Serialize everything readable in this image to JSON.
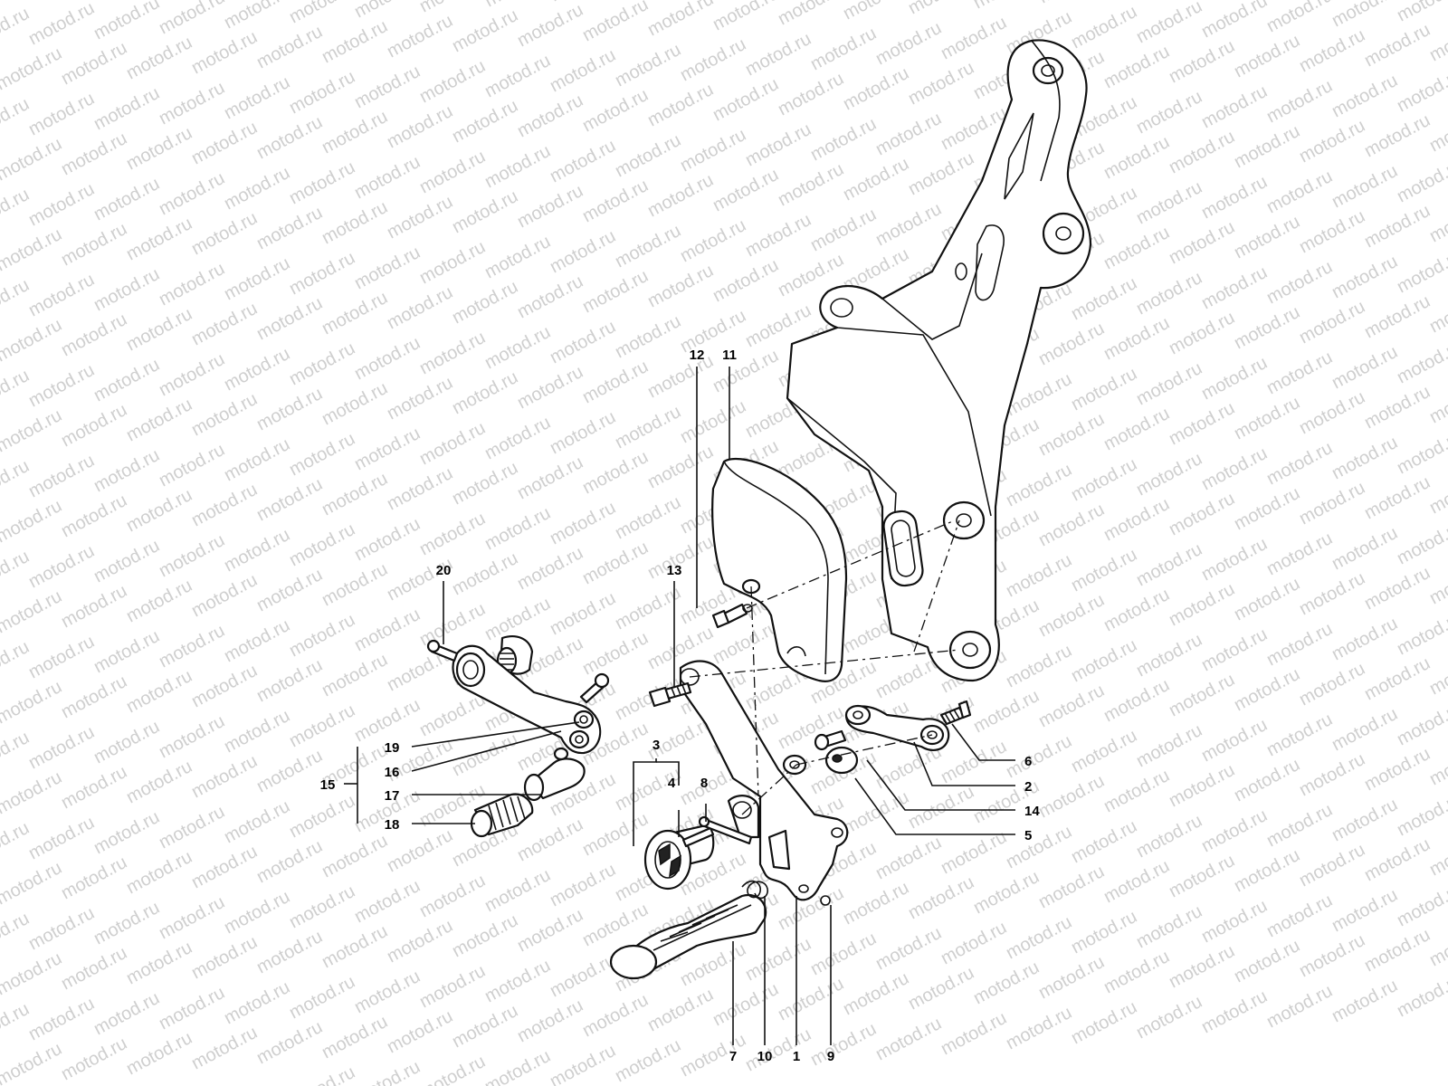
{
  "watermark": {
    "text": "motod.ru"
  },
  "callouts": {
    "c1": "1",
    "c2": "2",
    "c3": "3",
    "c4": "4",
    "c5": "5",
    "c6": "6",
    "c7": "7",
    "c8": "8",
    "c9": "9",
    "c10": "10",
    "c11": "11",
    "c12": "12",
    "c13": "13",
    "c14": "14",
    "c15": "15",
    "c16": "16",
    "c17": "17",
    "c18": "18",
    "c19": "19",
    "c20": "20"
  }
}
